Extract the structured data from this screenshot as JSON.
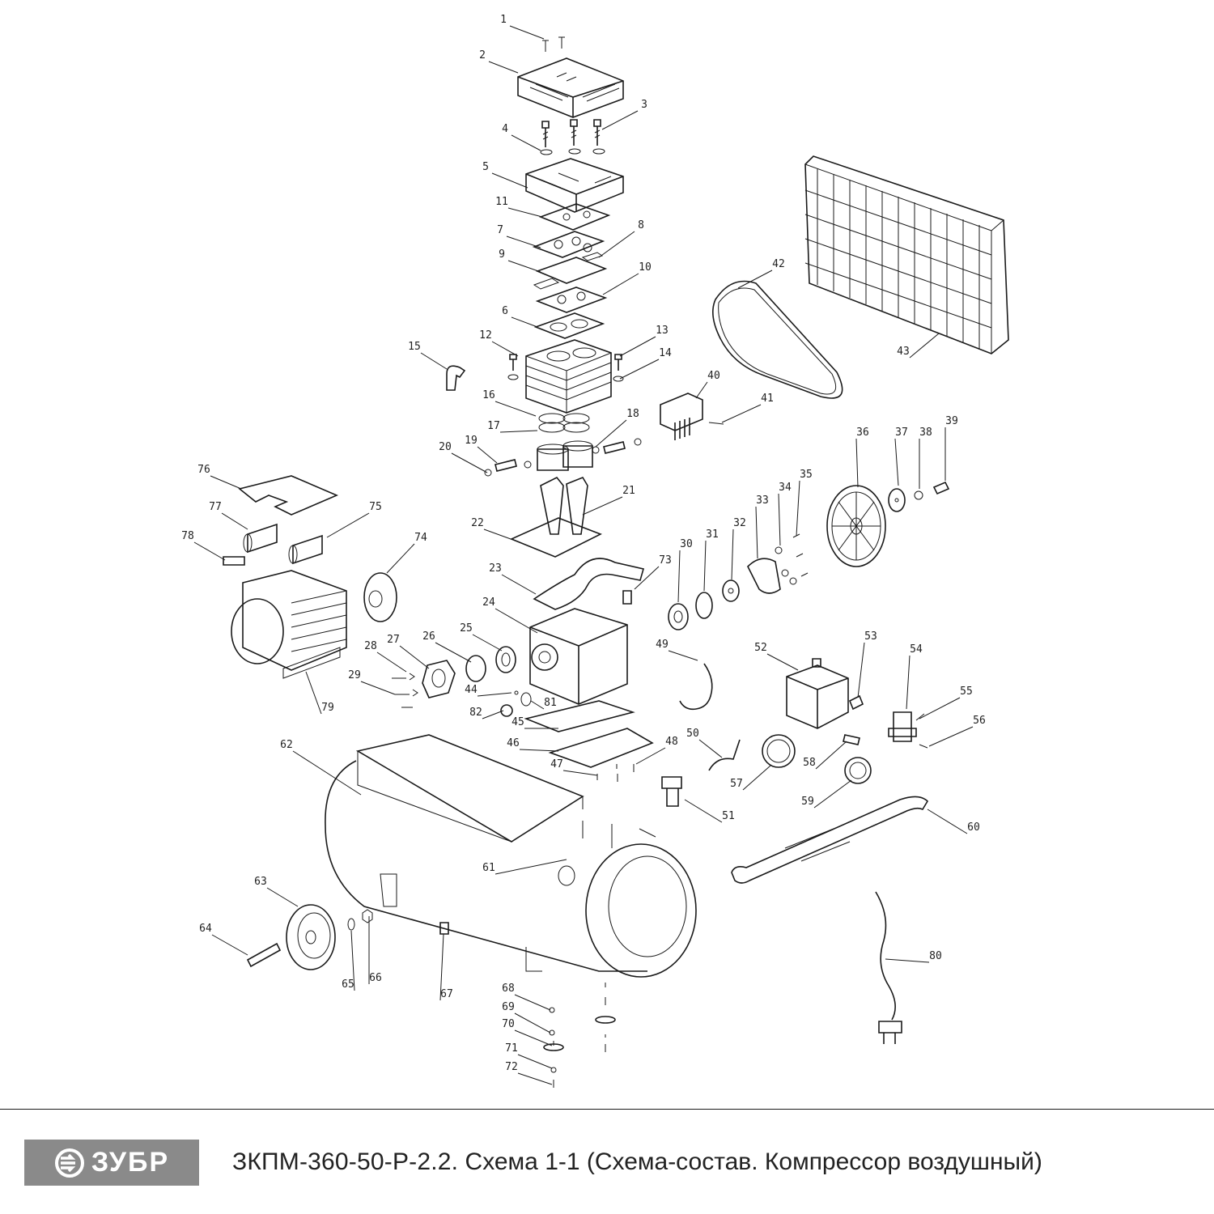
{
  "brand": {
    "logo_text": "ЗУБР",
    "logo_color": "#8a8a8a"
  },
  "title": {
    "model": "ЗКПМ-360-50-Р-2.2.",
    "description": "Схема 1-1 (Схема-состав. Компрессор воздушный)"
  },
  "callouts": [
    "1",
    "2",
    "3",
    "4",
    "5",
    "6",
    "7",
    "8",
    "9",
    "10",
    "11",
    "12",
    "13",
    "14",
    "15",
    "16",
    "17",
    "18",
    "19",
    "20",
    "21",
    "22",
    "23",
    "24",
    "25",
    "26",
    "27",
    "28",
    "29",
    "30",
    "31",
    "32",
    "33",
    "34",
    "35",
    "36",
    "37",
    "38",
    "39",
    "40",
    "41",
    "42",
    "43",
    "44",
    "45",
    "46",
    "47",
    "48",
    "49",
    "50",
    "51",
    "52",
    "53",
    "54",
    "55",
    "56",
    "57",
    "58",
    "59",
    "60",
    "61",
    "62",
    "63",
    "64",
    "65",
    "66",
    "67",
    "68",
    "69",
    "70",
    "71",
    "72",
    "73",
    "74",
    "75",
    "76",
    "77",
    "78",
    "79",
    "80",
    "81",
    "82"
  ]
}
